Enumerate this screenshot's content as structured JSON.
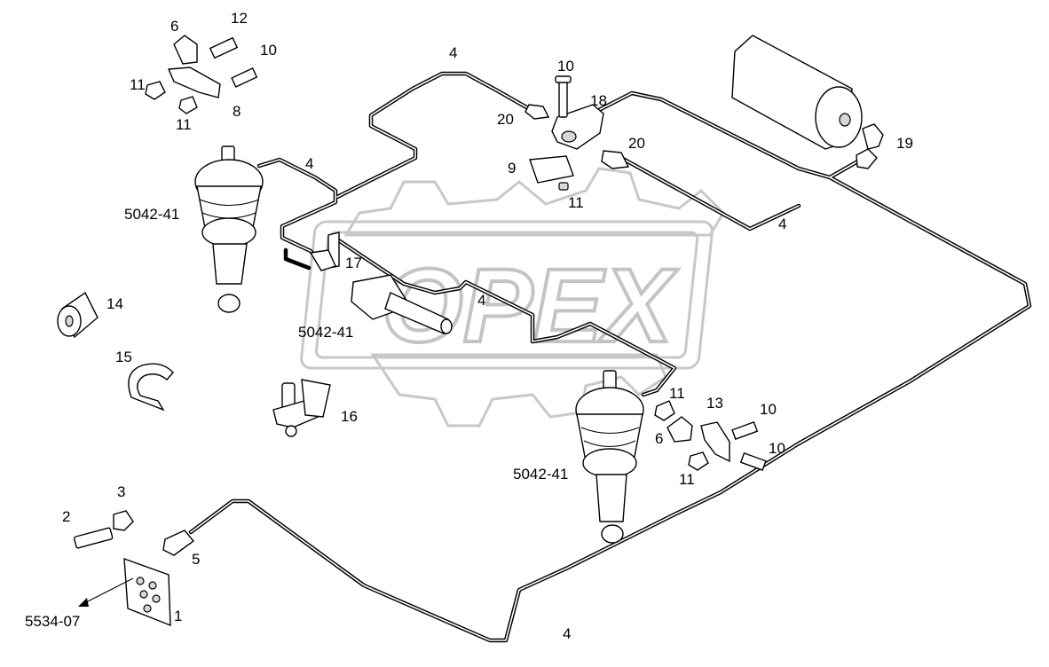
{
  "watermark": {
    "text": "OPEX"
  },
  "labels": {
    "l1": "1",
    "l2": "2",
    "l3": "3",
    "l4a": "4",
    "l4b": "4",
    "l4c": "4",
    "l4d": "4",
    "l4e": "4",
    "l5": "5",
    "l6a": "6",
    "l6b": "6",
    "l8": "8",
    "l9": "9",
    "l10a": "10",
    "l10b": "10",
    "l10c": "10",
    "l10d": "10",
    "l11a": "11",
    "l11b": "11",
    "l11c": "11",
    "l11d": "11",
    "l11e": "11",
    "l12": "12",
    "l13": "13",
    "l14": "14",
    "l15": "15",
    "l16": "16",
    "l17": "17",
    "l18": "18",
    "l19": "19",
    "l20a": "20",
    "l20b": "20",
    "ref1": "5042-41",
    "ref2": "5042-41",
    "ref3": "5042-41",
    "ref4": "5534-07"
  }
}
